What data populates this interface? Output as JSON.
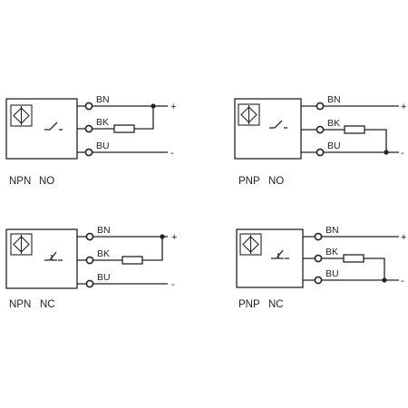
{
  "diagrams": [
    {
      "id": "npn-no",
      "type": "NPN",
      "mode": "NO",
      "wires": [
        "BN",
        "BK",
        "BU"
      ],
      "signs": [
        "+",
        "-"
      ]
    },
    {
      "id": "pnp-no",
      "type": "PNP",
      "mode": "NO",
      "wires": [
        "BN",
        "BK",
        "BU"
      ],
      "signs": [
        "+",
        "-"
      ]
    },
    {
      "id": "npn-nc",
      "type": "NPN",
      "mode": "NC",
      "wires": [
        "BN",
        "BK",
        "BU"
      ],
      "signs": [
        "+",
        "-"
      ]
    },
    {
      "id": "pnp-nc",
      "type": "PNP",
      "mode": "NC",
      "wires": [
        "BN",
        "BK",
        "BU"
      ],
      "signs": [
        "+",
        "-"
      ]
    }
  ],
  "colors": {
    "line": "#222222",
    "background": "#ffffff"
  }
}
